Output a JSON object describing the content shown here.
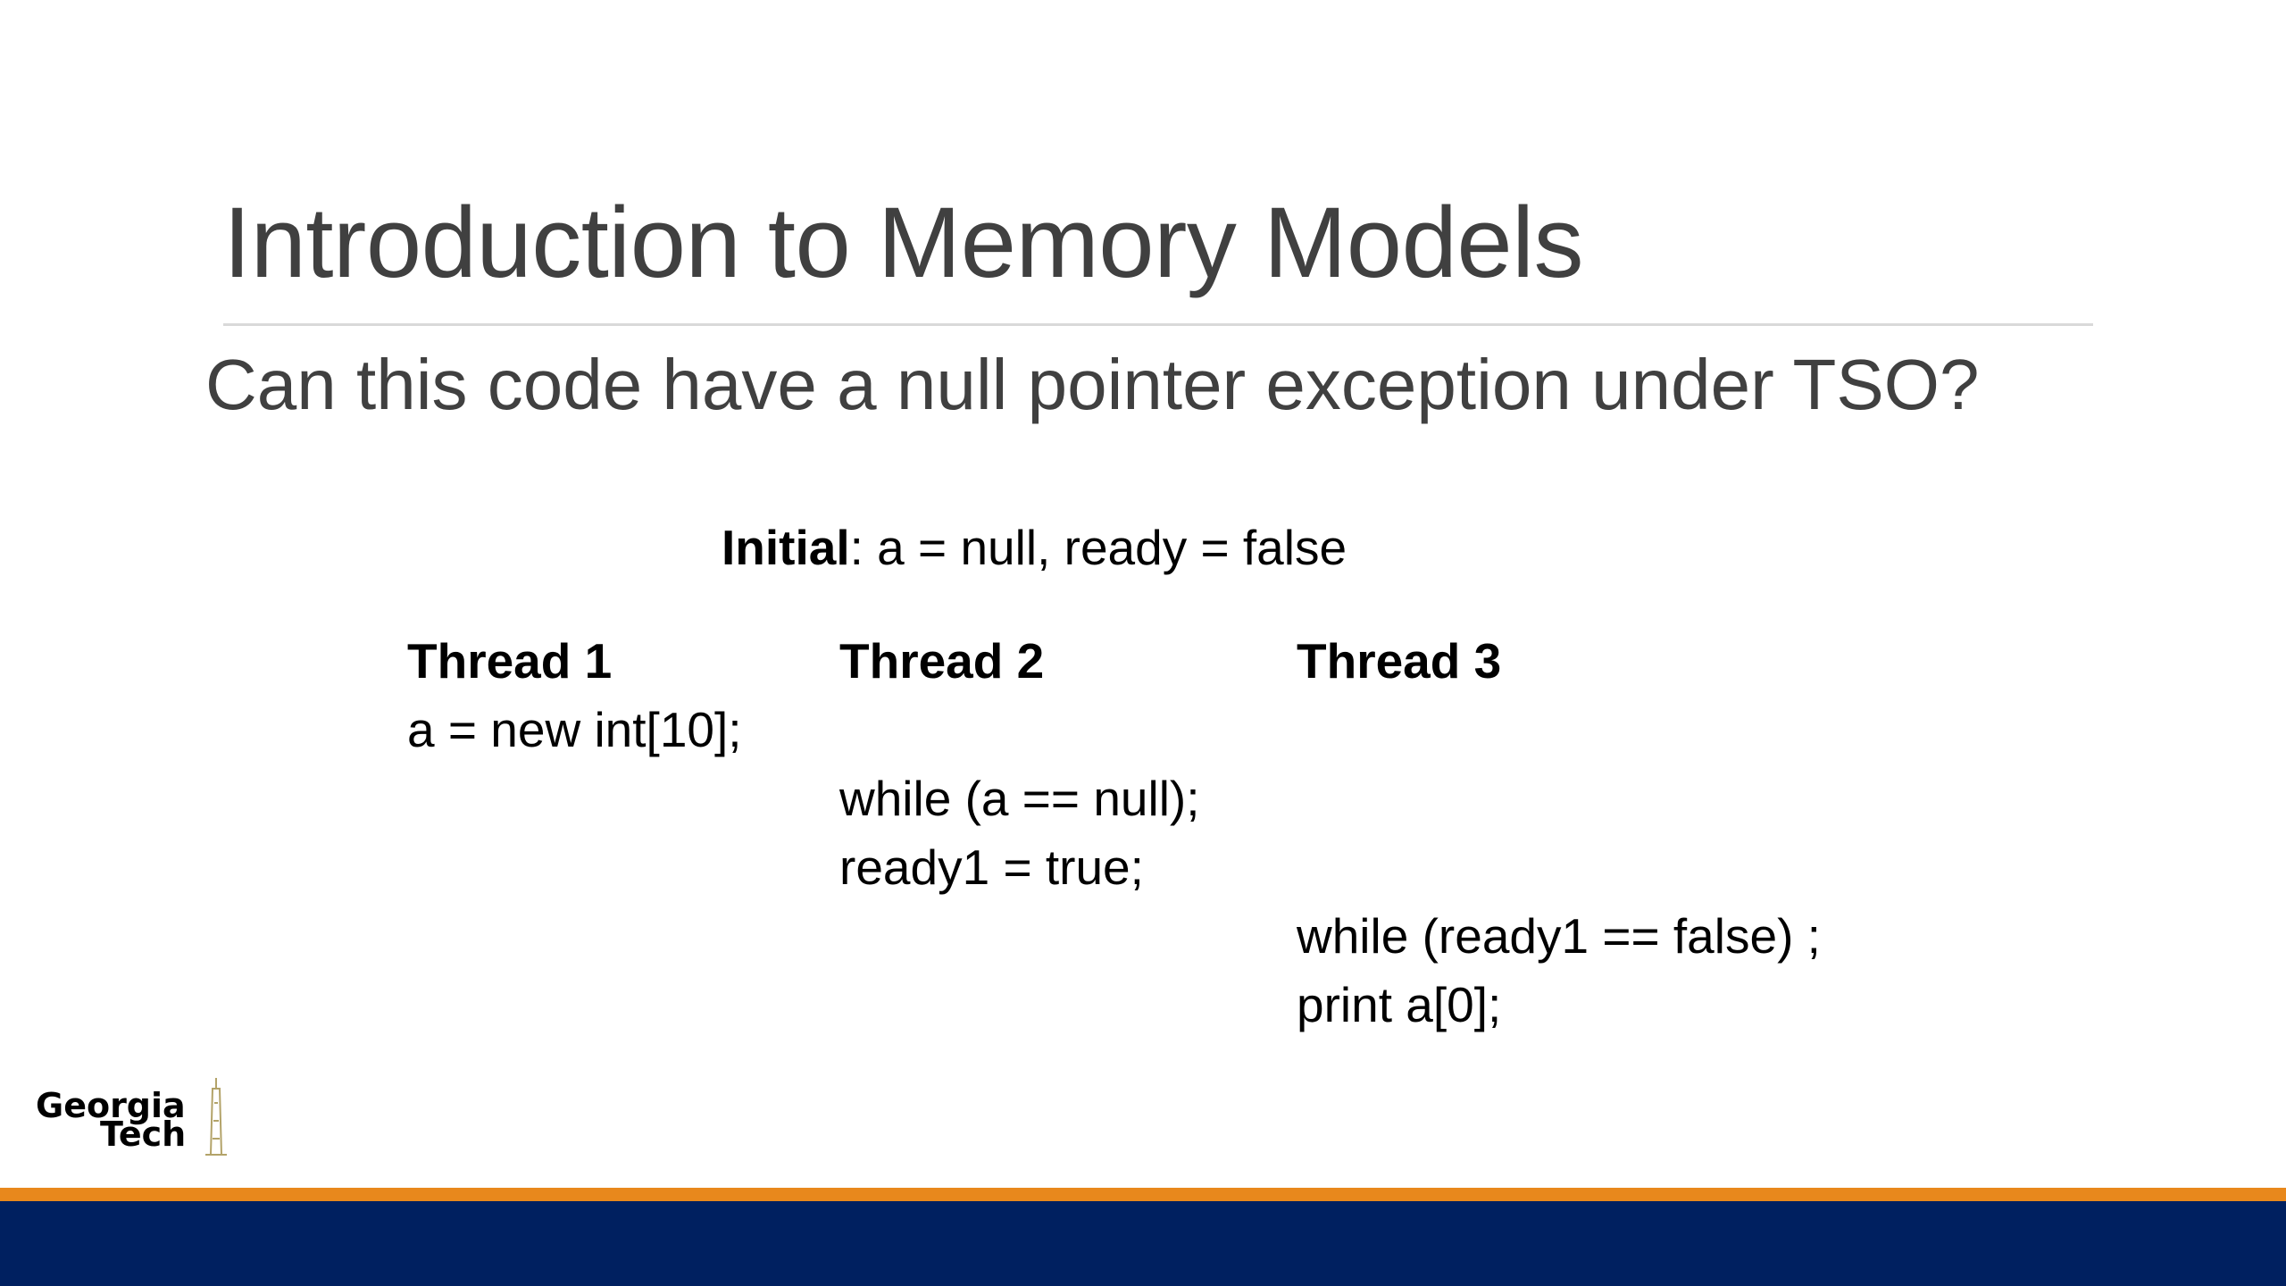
{
  "slide": {
    "title": "Introduction to Memory Models",
    "question": "Can this code have a null pointer exception under TSO?",
    "initial_label": "Initial",
    "initial_text": ": a = null, ready = false"
  },
  "threads": {
    "t1": {
      "header": "Thread 1",
      "lines": [
        "a = new int[10];"
      ]
    },
    "t2": {
      "header": "Thread 2",
      "lines": [
        "while (a == null);",
        "ready1 = true;"
      ]
    },
    "t3": {
      "header": "Thread 3",
      "lines": [
        "while (ready1 == false) ;",
        "print a[0];"
      ]
    }
  },
  "logo": {
    "line1": "Georgia",
    "line2": "Tech",
    "icon": "tech-tower-icon"
  },
  "colors": {
    "title_text": "#404040",
    "orange_band": "#e8881c",
    "navy_band": "#002060",
    "logo_gold": "#b3a369"
  }
}
